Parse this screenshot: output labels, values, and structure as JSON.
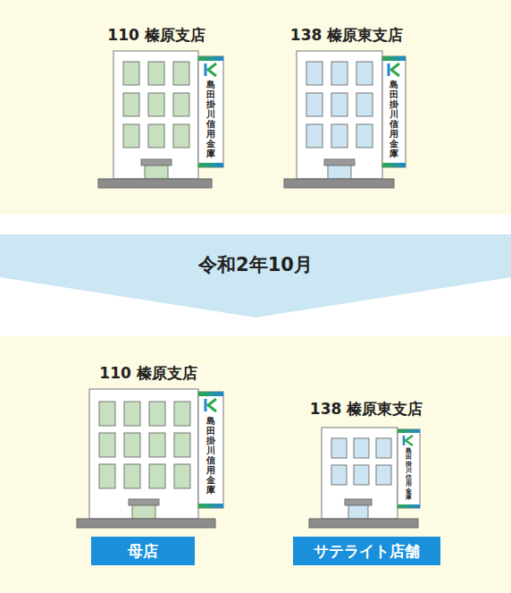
{
  "diagram": {
    "nodes": [
      {
        "text": [
          "110 榛原支店"
        ]
      },
      {
        "text": [
          "島田掛川信用金庫"
        ],
        "in": 0
      },
      {
        "text": [
          "138 榛原東支店"
        ]
      },
      {
        "text": [
          "島田掛川信用金庫"
        ],
        "in": 2
      },
      {
        "text": [
          "令和2年10月"
        ]
      },
      {
        "text": [
          "110 榛原支店"
        ]
      },
      {
        "text": [
          "島田掛川信用金庫"
        ],
        "in": 5
      },
      {
        "text": [
          "母店"
        ]
      },
      {
        "text": [
          "138 榛原東支店"
        ]
      },
      {
        "text": [
          "島田掛川信用金庫"
        ],
        "in": 8
      },
      {
        "text": [
          "サテライト店舗"
        ]
      }
    ]
  }
}
